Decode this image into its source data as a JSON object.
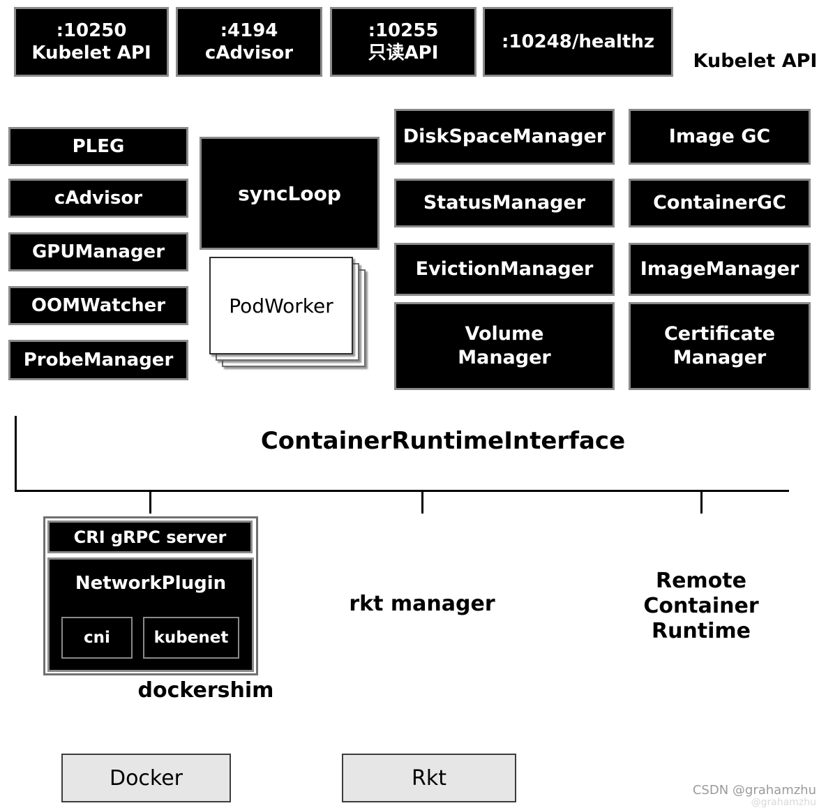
{
  "top_ports": [
    ":10250\nKubelet API",
    ":4194\ncAdvisor",
    ":10255\n只读API",
    ":10248/healthz"
  ],
  "kubelet_api_label": "Kubelet API",
  "left_components": [
    "PLEG",
    "cAdvisor",
    "GPUManager",
    "OOMWatcher",
    "ProbeManager"
  ],
  "sync_loop": "syncLoop",
  "pod_worker": "PodWorker",
  "managers_left": [
    "DiskSpaceManager",
    "StatusManager",
    "EvictionManager",
    "Volume\nManager"
  ],
  "managers_right": [
    "Image GC",
    "ContainerGC",
    "ImageManager",
    "Certificate\nManager"
  ],
  "cri_title": "ContainerRuntimeInterface",
  "dockershim_group": {
    "grpc_server": "CRI gRPC server",
    "network_plugin": "NetworkPlugin",
    "cni": "cni",
    "kubenet": "kubenet",
    "caption": "dockershim"
  },
  "rkt_manager_label": "rkt manager",
  "remote_runtime_label": "Remote\nContainer Runtime",
  "docker_box": "Docker",
  "rkt_box": "Rkt",
  "watermark": "CSDN @grahamzhu",
  "watermark_sub": "@grahamzhu",
  "colors": {
    "box_fill": "#000000",
    "box_border": "#8a8a8a",
    "runtime_fill": "#e6e6e6",
    "watermark": "#9a9a9a"
  }
}
